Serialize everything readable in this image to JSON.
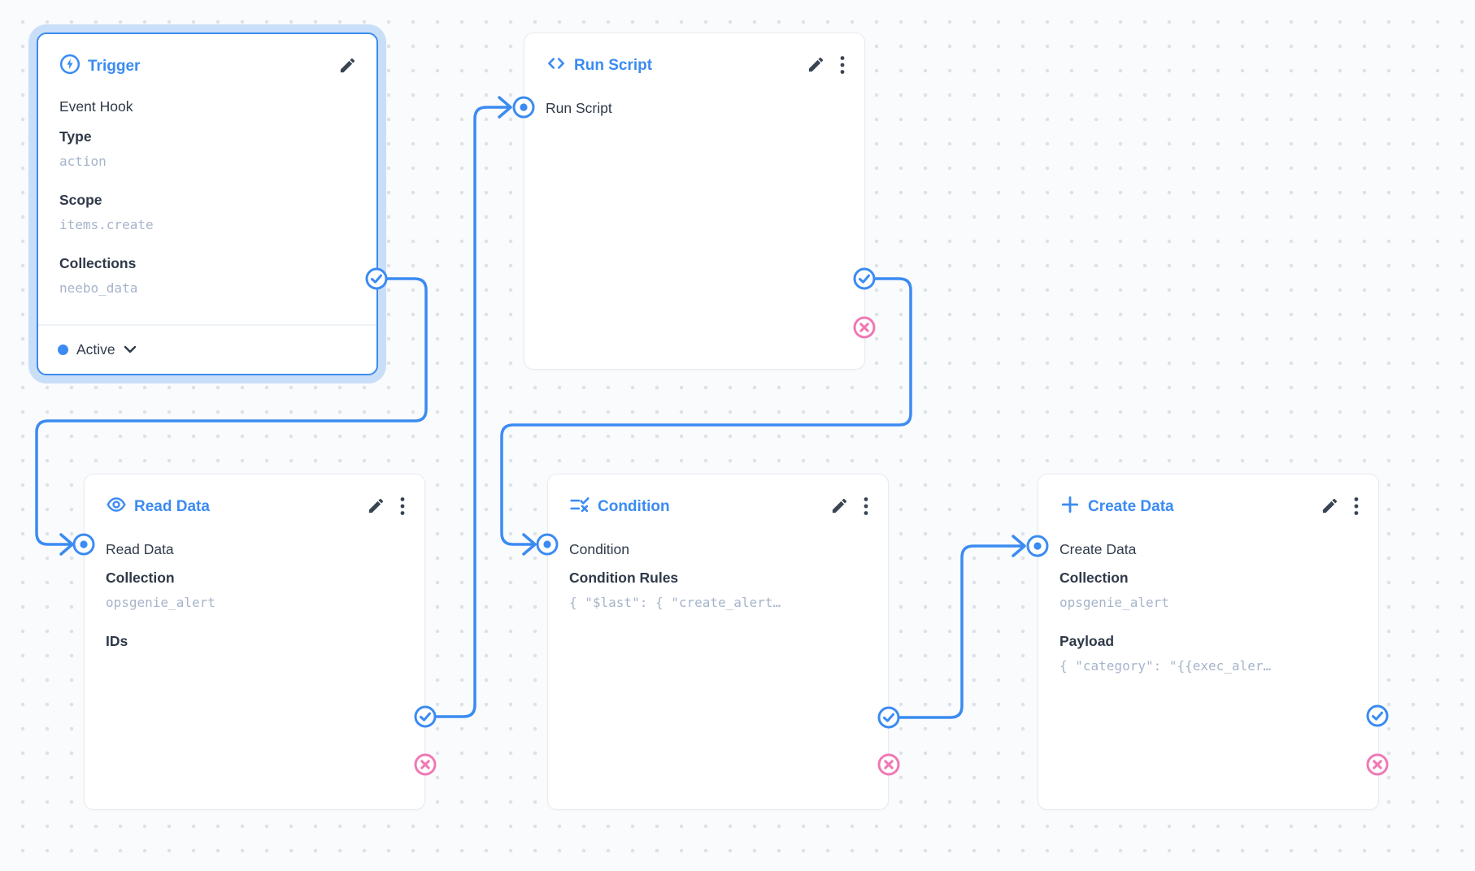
{
  "colors": {
    "accent": "#3b8bf2",
    "reject": "#f078b4",
    "selection_ring": "#c9def9"
  },
  "icons": {
    "trigger": "bolt-circle-icon",
    "run_script": "code-icon",
    "read_data": "eye-icon",
    "condition": "rule-icon",
    "create_data": "plus-icon",
    "edit": "pencil-icon",
    "menu": "kebab-menu-icon",
    "resolve_handle": "check-circle-icon",
    "reject_handle": "x-circle-icon",
    "input_handle": "dot-circle-icon",
    "status_chevron": "chevron-down-icon"
  },
  "nodes": {
    "trigger": {
      "title": "Trigger",
      "event": "Event Hook",
      "type_label": "Type",
      "type_value": "action",
      "scope_label": "Scope",
      "scope_value": "items.create",
      "collections_label": "Collections",
      "collections_value": "neebo_data",
      "status": "Active"
    },
    "run_script": {
      "title": "Run Script",
      "input_label": "Run Script"
    },
    "read_data": {
      "title": "Read Data",
      "input_label": "Read Data",
      "collection_label": "Collection",
      "collection_value": "opsgenie_alert",
      "ids_label": "IDs"
    },
    "condition": {
      "title": "Condition",
      "input_label": "Condition",
      "rules_label": "Condition Rules",
      "rules_value": "{ \"$last\": { \"create_alert…"
    },
    "create_data": {
      "title": "Create Data",
      "input_label": "Create Data",
      "collection_label": "Collection",
      "collection_value": "opsgenie_alert",
      "payload_label": "Payload",
      "payload_value": "{ \"category\": \"{{exec_aler…"
    }
  }
}
